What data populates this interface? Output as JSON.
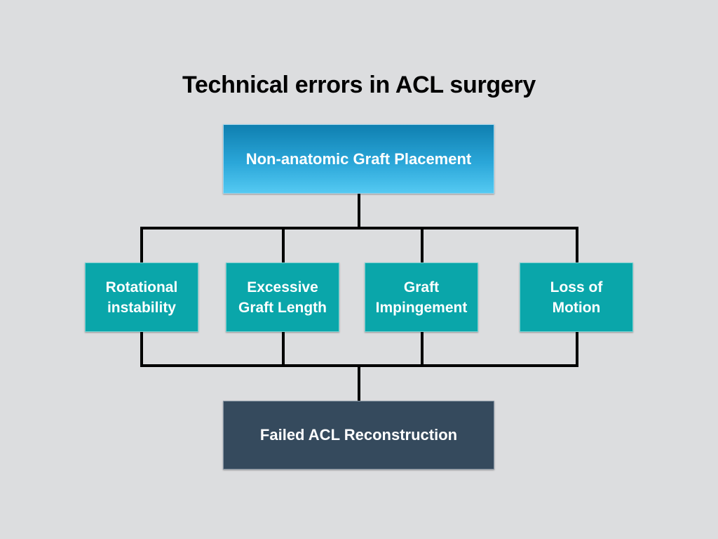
{
  "title": "Technical errors in ACL surgery",
  "top_node": {
    "label": "Non-anatomic Graft Placement",
    "color": "#2aa6d8"
  },
  "middle_nodes": [
    {
      "line1": "Rotational",
      "line2": "instability"
    },
    {
      "line1": "Excessive",
      "line2": "Graft Length"
    },
    {
      "line1": "Graft",
      "line2": "Impingement"
    },
    {
      "line1": "Loss of",
      "line2": "Motion"
    }
  ],
  "middle_color": "#0aa6aa",
  "bottom_node": {
    "label": "Failed ACL Reconstruction",
    "color": "#354a5d"
  }
}
